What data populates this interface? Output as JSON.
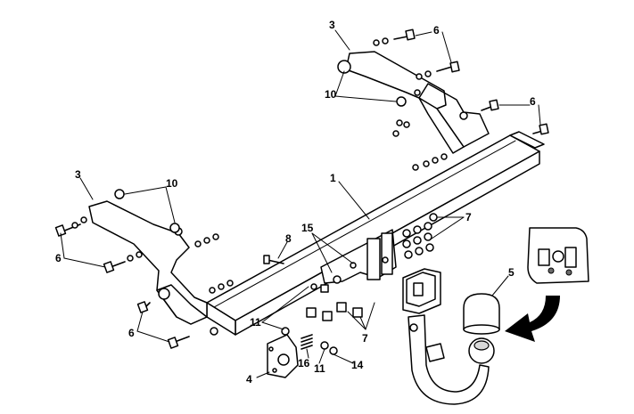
{
  "labels": {
    "crossbar": "1",
    "bracket_left": "3",
    "bracket_right": "3",
    "socket_plate": "4",
    "ball_cap": "5",
    "bolts_top": "6",
    "bolts_right": "6",
    "bolts_left_upper": "6",
    "bolts_left_lower": "6",
    "bolts_center": "7",
    "bolts_pivot": "7",
    "bolt_single": "8",
    "washer_right": "10",
    "washer_left": "10",
    "nut_a": "11",
    "nut_b": "11",
    "spring_washer": "14",
    "pivot_assembly": "15",
    "spring": "16"
  },
  "colors": {
    "line": "#000000",
    "background": "#ffffff",
    "arrow": "#000000"
  }
}
